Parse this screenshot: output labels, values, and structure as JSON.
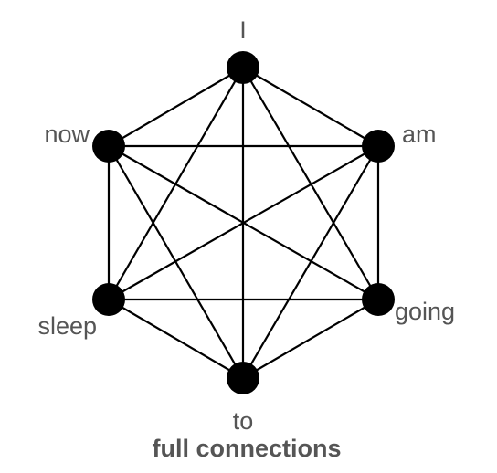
{
  "diagram": {
    "caption": "full connections",
    "nodes": [
      {
        "id": "I",
        "label": "I"
      },
      {
        "id": "am",
        "label": "am"
      },
      {
        "id": "going",
        "label": "going"
      },
      {
        "id": "to",
        "label": "to"
      },
      {
        "id": "sleep",
        "label": "sleep"
      },
      {
        "id": "now",
        "label": "now"
      }
    ],
    "edges": [
      [
        "I",
        "am"
      ],
      [
        "I",
        "going"
      ],
      [
        "I",
        "to"
      ],
      [
        "I",
        "sleep"
      ],
      [
        "I",
        "now"
      ],
      [
        "am",
        "going"
      ],
      [
        "am",
        "to"
      ],
      [
        "am",
        "sleep"
      ],
      [
        "am",
        "now"
      ],
      [
        "going",
        "to"
      ],
      [
        "going",
        "sleep"
      ],
      [
        "going",
        "now"
      ],
      [
        "to",
        "sleep"
      ],
      [
        "to",
        "now"
      ],
      [
        "sleep",
        "now"
      ]
    ],
    "colors": {
      "node": "#000000",
      "edge": "#000000",
      "label": "#555555"
    }
  }
}
